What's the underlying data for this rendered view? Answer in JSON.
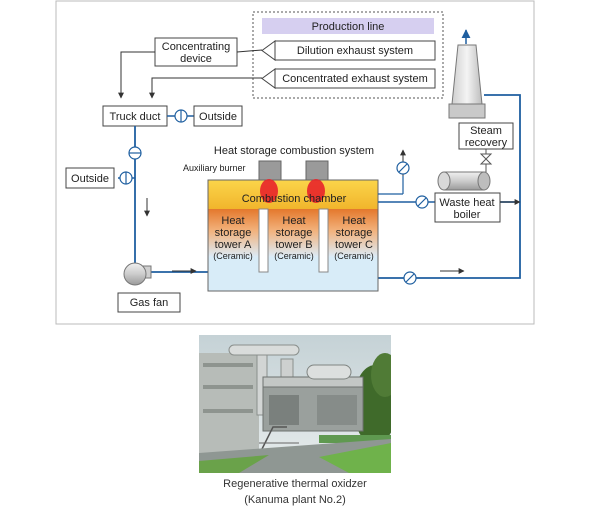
{
  "labels": {
    "production_line": "Production line",
    "dilution_exhaust": "Dilution exhaust system",
    "concentrated_exhaust": "Concentrated exhaust system",
    "concentrating_device_1": "Concentrating",
    "concentrating_device_2": "device",
    "truck_duct": "Truck duct",
    "outside_top": "Outside",
    "outside_left": "Outside",
    "heat_storage_system": "Heat storage combustion system",
    "auxiliary_burner": "Auxiliary burner",
    "combustion_chamber": "Combustion chamber",
    "tower_a": [
      "Heat",
      "storage",
      "tower A",
      "(Ceramic)"
    ],
    "tower_b": [
      "Heat",
      "storage",
      "tower B",
      "(Ceramic)"
    ],
    "tower_c": [
      "Heat",
      "storage",
      "tower C",
      "(Ceramic)"
    ],
    "steam_recovery_1": "Steam",
    "steam_recovery_2": "recovery",
    "waste_heat_boiler_1": "Waste heat",
    "waste_heat_boiler_2": "boiler",
    "gas_fan": "Gas fan"
  },
  "photo": {
    "caption_line1": "Regenerative thermal oxidzer",
    "caption_line2": "(Kanuma plant No.2)"
  },
  "colors": {
    "pipe": "#1f5fa0",
    "production_header": "#d6cff0",
    "combustion": "#f6c23a",
    "tower_top": "#e47a2e",
    "tower_bottom": "#cfe6f6",
    "burner_flame": "#e8232a"
  }
}
